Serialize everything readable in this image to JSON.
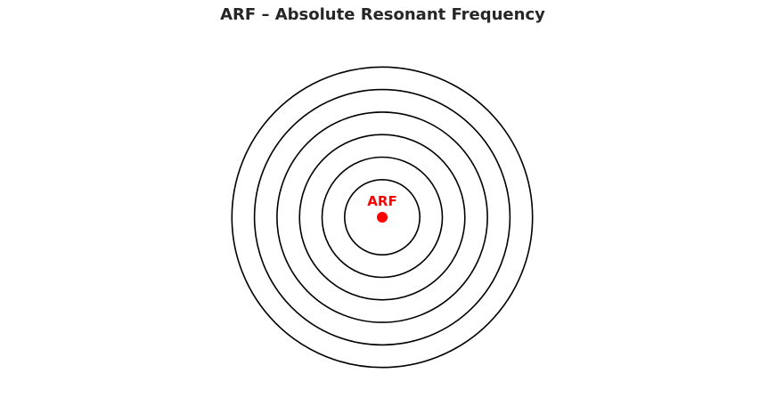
{
  "title": "ARF – Absolute Resonant Frequency",
  "center_label": "ARF",
  "colors": {
    "center": "#ff0000",
    "rings": "#000000",
    "title": "#262626"
  },
  "rings": {
    "count": 6
  }
}
